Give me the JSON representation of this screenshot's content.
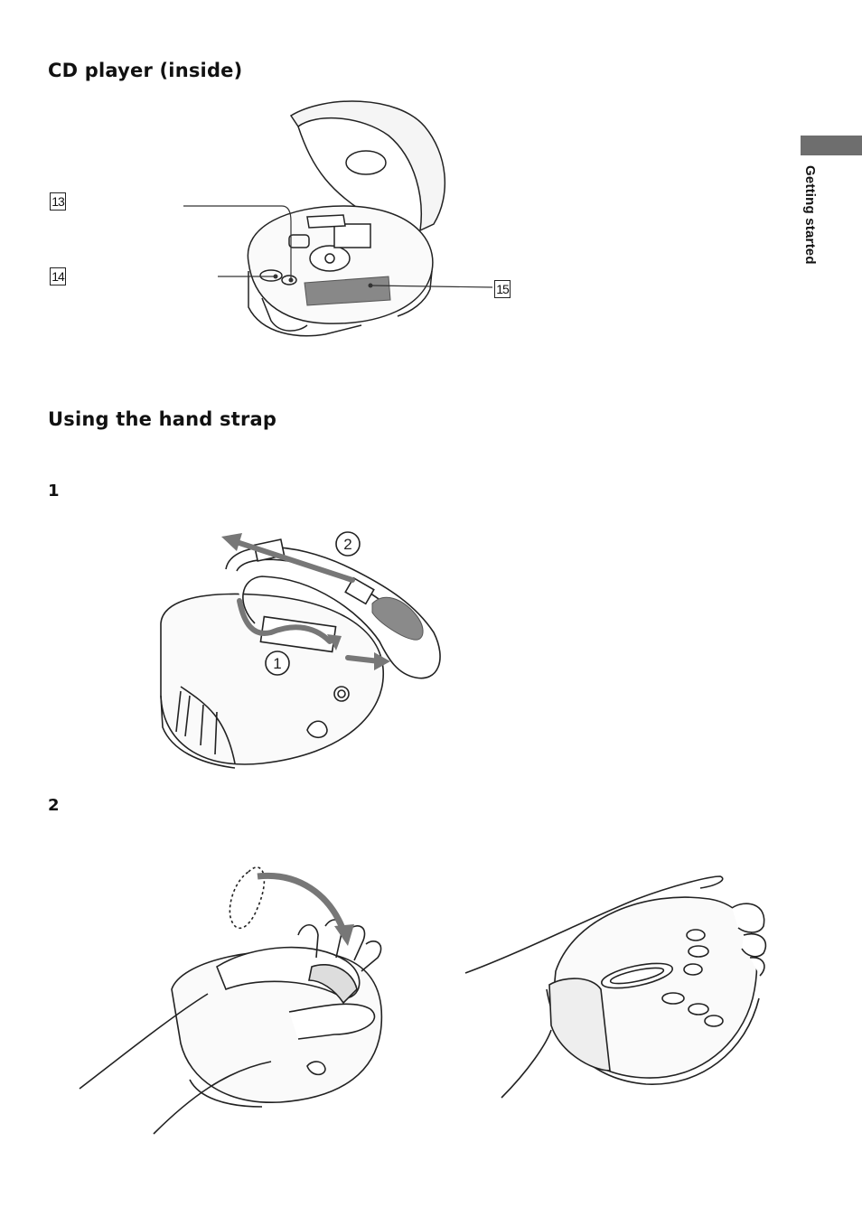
{
  "section_inside": {
    "heading": "CD player (inside)"
  },
  "callouts": {
    "c13": "13",
    "c14": "14",
    "c15": "15"
  },
  "section_strap": {
    "heading": "Using the hand strap"
  },
  "steps": {
    "step1": "1",
    "step2": "2"
  },
  "step1_markers": {
    "m1": "1",
    "m2": "2"
  },
  "side_tab": {
    "label": "Getting started",
    "color": "#6e6e6e"
  }
}
